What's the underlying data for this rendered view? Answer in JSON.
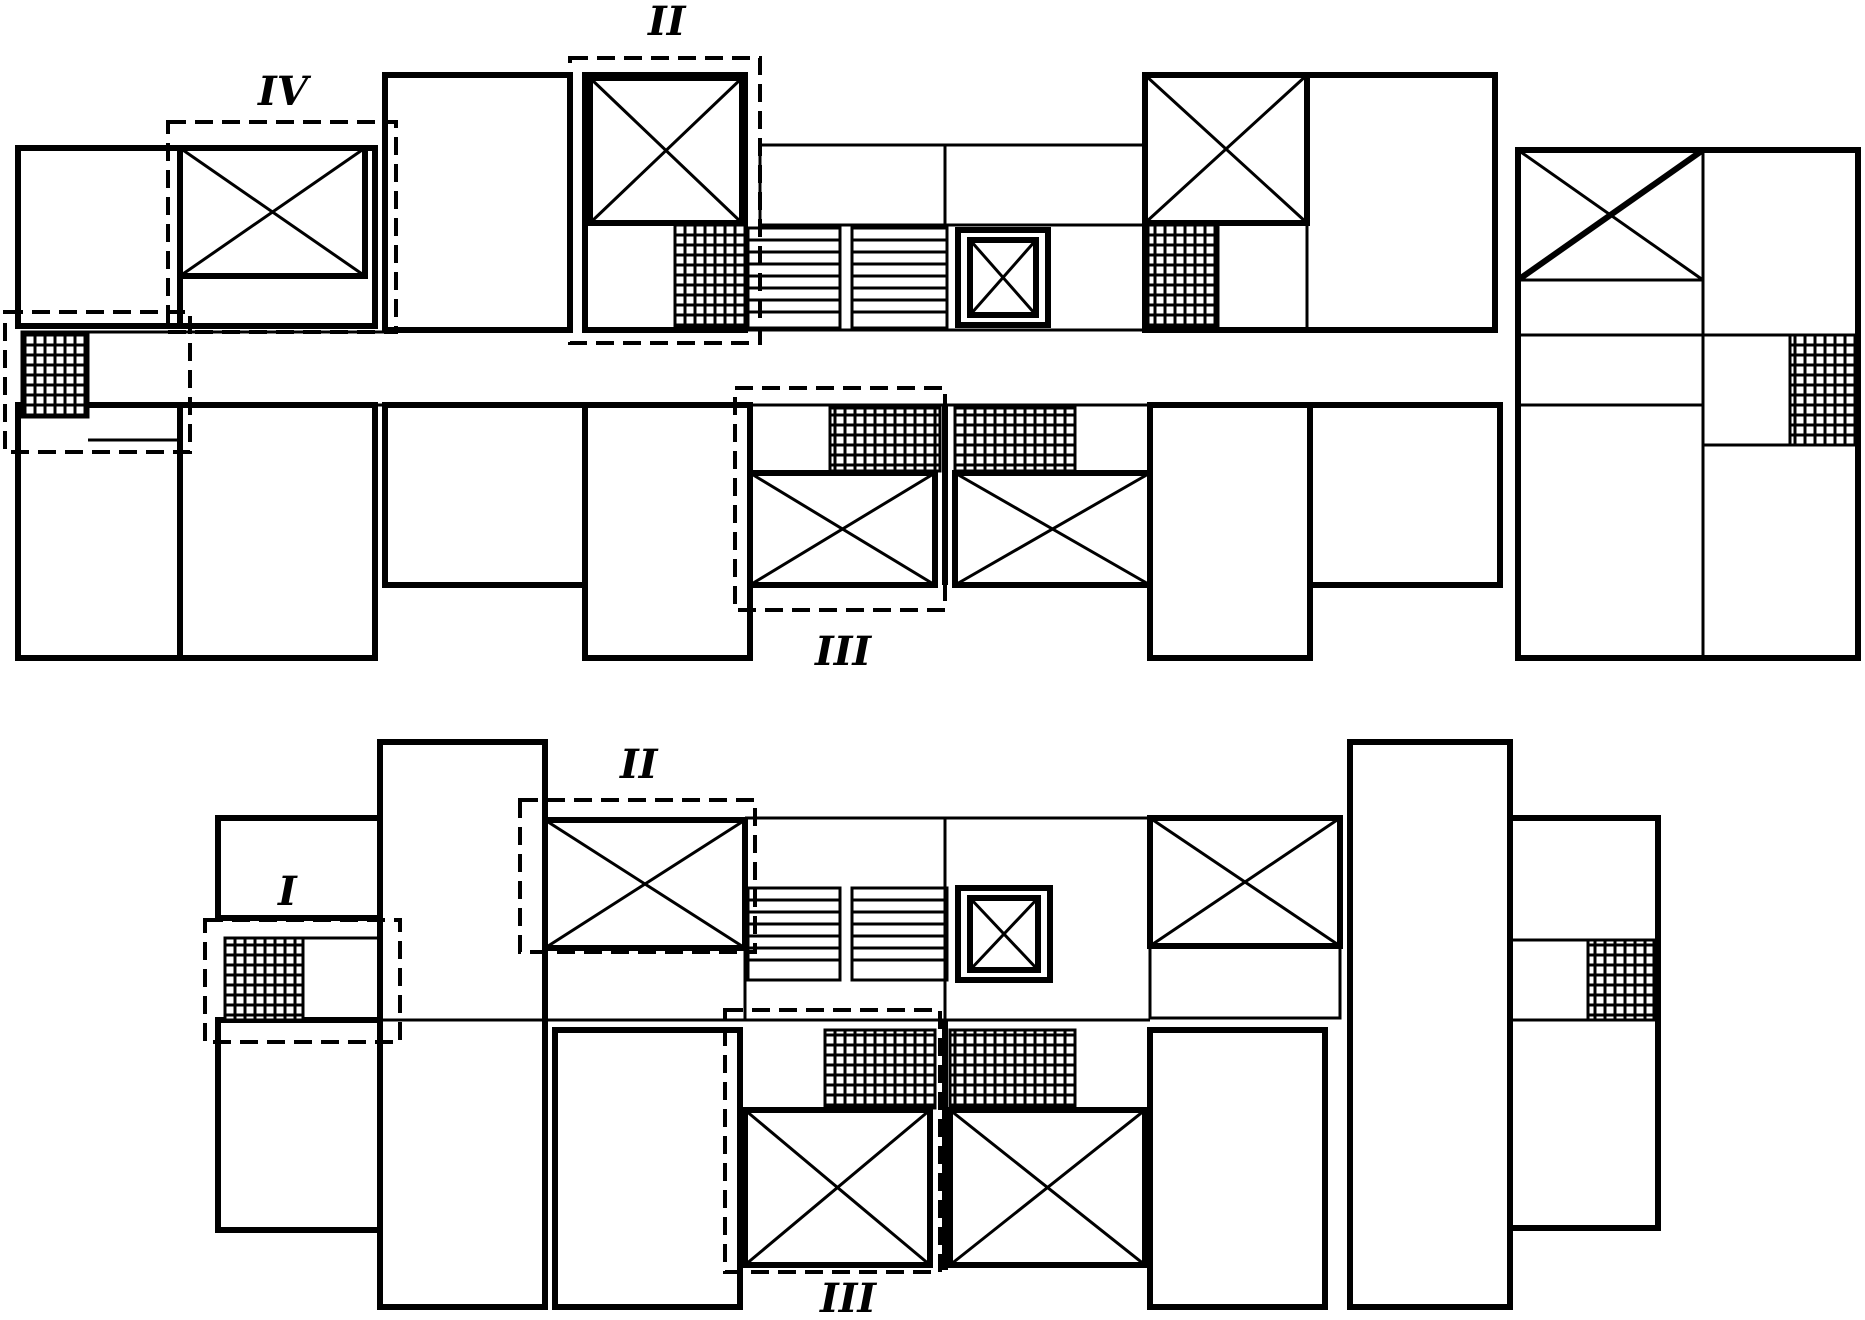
{
  "labels": {
    "top_plan": {
      "group_iv": "IV",
      "group_ii": "II",
      "group_iii": "III"
    },
    "bottom_plan": {
      "group_i": "I",
      "group_ii": "II",
      "group_iii": "III"
    }
  },
  "colors": {
    "line": "#000000",
    "background": "#ffffff"
  }
}
